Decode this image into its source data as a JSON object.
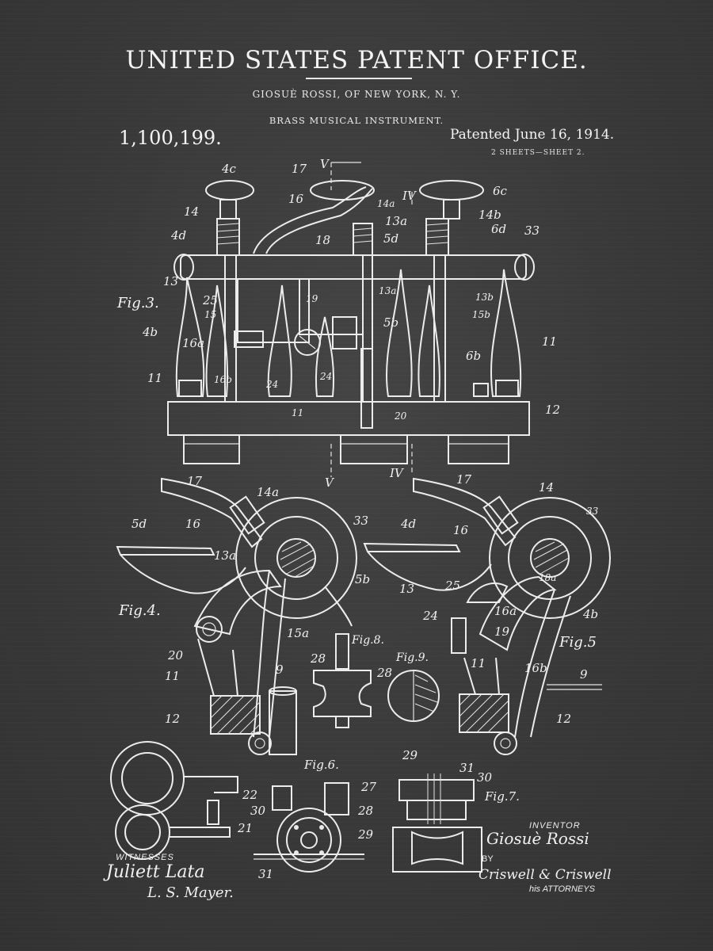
{
  "header": {
    "office": "UNITED STATES PATENT OFFICE.",
    "inventor_line": "GIOSUÈ ROSSI, OF NEW YORK, N. Y.",
    "invention": "BRASS MUSICAL INSTRUMENT.",
    "patent_number": "1,100,199.",
    "date": "Patented June 16, 1914.",
    "sheet": "2 SHEETS—SHEET 2."
  },
  "figures": {
    "fig3": "Fig.3.",
    "fig4": "Fig.4.",
    "fig5": "Fig.5",
    "fig6": "Fig.6.",
    "fig7": "Fig.7.",
    "fig8": "Fig.8.",
    "fig9": "Fig.9."
  },
  "ref_labels": {
    "fig3": [
      "4c",
      "17",
      "V",
      "16",
      "14a",
      "IV",
      "6c",
      "14",
      "13a",
      "14b",
      "4d",
      "18",
      "5d",
      "6d",
      "33",
      "13",
      "25",
      "15",
      "13a",
      "13b",
      "15b",
      "4b",
      "16a",
      "19",
      "5b",
      "6b",
      "11",
      "16b",
      "11",
      "24",
      "24",
      "12",
      "11",
      "20",
      "V",
      "IV"
    ],
    "fig4": [
      "17",
      "16",
      "14a",
      "5d",
      "33",
      "13a",
      "5b",
      "15a",
      "20",
      "11",
      "9",
      "12"
    ],
    "fig5": [
      "17",
      "14",
      "4d",
      "16",
      "33",
      "13",
      "25",
      "18a",
      "24",
      "16a",
      "4b",
      "19",
      "11",
      "16b",
      "9",
      "12"
    ],
    "fig6": [
      "27",
      "30",
      "28",
      "29",
      "31"
    ],
    "fig7": [
      "29",
      "31",
      "30"
    ],
    "fig8": [
      "28"
    ],
    "fig9": [
      "28"
    ],
    "other": [
      "22",
      "21"
    ]
  },
  "signatures": {
    "witnesses_label": "WITNESSES",
    "witness_1": "Juliett Lata",
    "witness_2": "L. S. Mayer.",
    "inventor_label": "INVENTOR",
    "inventor_signature": "Giosuè Rossi",
    "by_label": "BY",
    "attorneys_signature": "Criswell & Criswell",
    "attorneys_label": "his ATTORNEYS"
  }
}
